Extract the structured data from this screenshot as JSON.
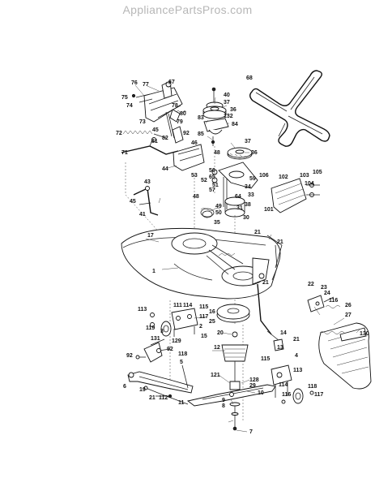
{
  "watermark": "AppliancePartsPros.com",
  "diagram": {
    "labels": [
      "68",
      "76",
      "77",
      "67",
      "75",
      "74",
      "78",
      "40",
      "37",
      "36",
      "132",
      "83",
      "84",
      "85",
      "73",
      "80",
      "79",
      "82",
      "92",
      "72",
      "45",
      "81",
      "71",
      "46",
      "37",
      "36",
      "48",
      "44",
      "56",
      "65",
      "59",
      "34",
      "53",
      "52",
      "102",
      "103",
      "105",
      "104",
      "106",
      "101",
      "48",
      "57",
      "51",
      "64",
      "33",
      "49",
      "50",
      "38",
      "35",
      "31",
      "30",
      "43",
      "45",
      "41",
      "17",
      "21",
      "21",
      "1",
      "21",
      "22",
      "23",
      "24",
      "116",
      "113",
      "111",
      "114",
      "115",
      "117",
      "119",
      "3",
      "2",
      "16",
      "25",
      "26",
      "27",
      "130",
      "131",
      "129",
      "92",
      "92",
      "118",
      "15",
      "20",
      "14",
      "12",
      "128",
      "29",
      "21",
      "13",
      "121",
      "4",
      "5",
      "6",
      "19",
      "21",
      "11",
      "10",
      "9",
      "8",
      "7",
      "112",
      "113",
      "114",
      "115",
      "116",
      "117",
      "118"
    ]
  }
}
